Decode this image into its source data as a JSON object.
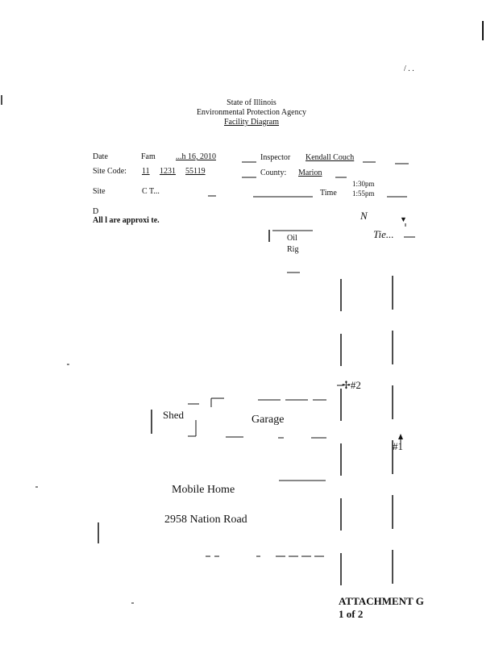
{
  "page_mark": "/ . .",
  "header": {
    "line1": "State of Illinois",
    "line2": "Environmental Protection Agency",
    "line3": "Facility Diagram"
  },
  "form": {
    "date_label": "Date",
    "date_fragment": "Fam",
    "date_value": "...h 16, 2010",
    "inspector_label": "Inspector",
    "inspector_value": "Kendall Couch",
    "site_label": "Site Code:",
    "site_code_a": "11",
    "site_code_b": "1231",
    "site_code_c": "55119",
    "county_label": "County:",
    "county_value": "Marion",
    "site_name_label": "Site",
    "site_name_value": "C    T...",
    "time_start": "1:30pm",
    "time_label": "Time",
    "time_end": "1:55pm",
    "d_fragment": "D",
    "note": "All l     are approxi    te."
  },
  "annotations": {
    "north_mark": "N",
    "scale_mark": "Tie..."
  },
  "diagram": {
    "oil_rig_line1": "Oil",
    "oil_rig_line2": "Rig",
    "marker_2": "#2",
    "shed": "Shed",
    "garage": "Garage",
    "marker_1": "#1",
    "mobile_home": "Mobile Home",
    "address": "2958 Nation Road"
  },
  "footer": {
    "attachment": "ATTACHMENT G",
    "page": "1 of 2"
  }
}
